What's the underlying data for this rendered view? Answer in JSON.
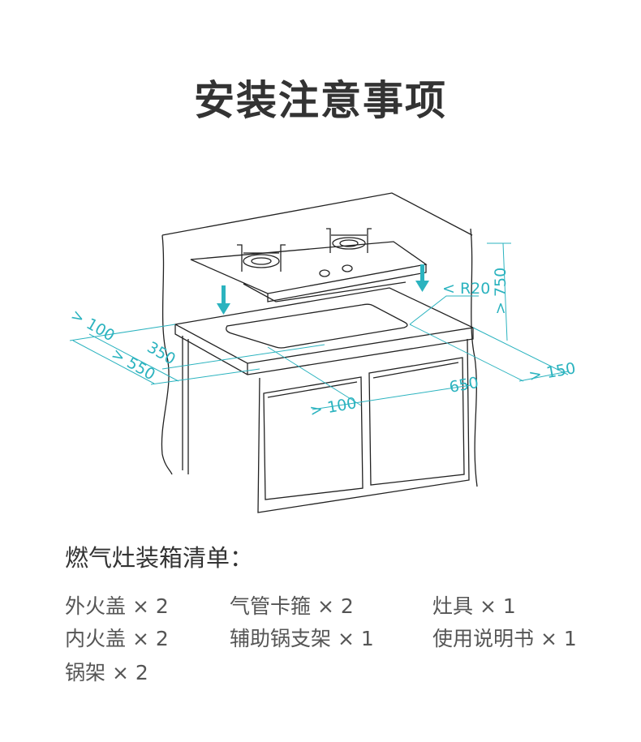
{
  "title": "安装注意事项",
  "accent_color": "#2bb3bf",
  "diagram": {
    "dimensions": {
      "left_clearance": "> 100",
      "cutout_depth": "350",
      "counter_depth": "> 550",
      "front_clearance": "> 100",
      "cutout_width": "650",
      "right_clearance": "> 150",
      "corner_radius": "< R20",
      "height_clearance": "> 750"
    }
  },
  "packing_list": {
    "heading": "燃气灶装箱清单：",
    "items": [
      "外火盖 × 2",
      "气管卡箍 × 2",
      "灶具 × 1",
      "内火盖 × 2",
      "辅助锅支架 × 1",
      "使用说明书 × 1",
      "锅架 × 2"
    ]
  }
}
